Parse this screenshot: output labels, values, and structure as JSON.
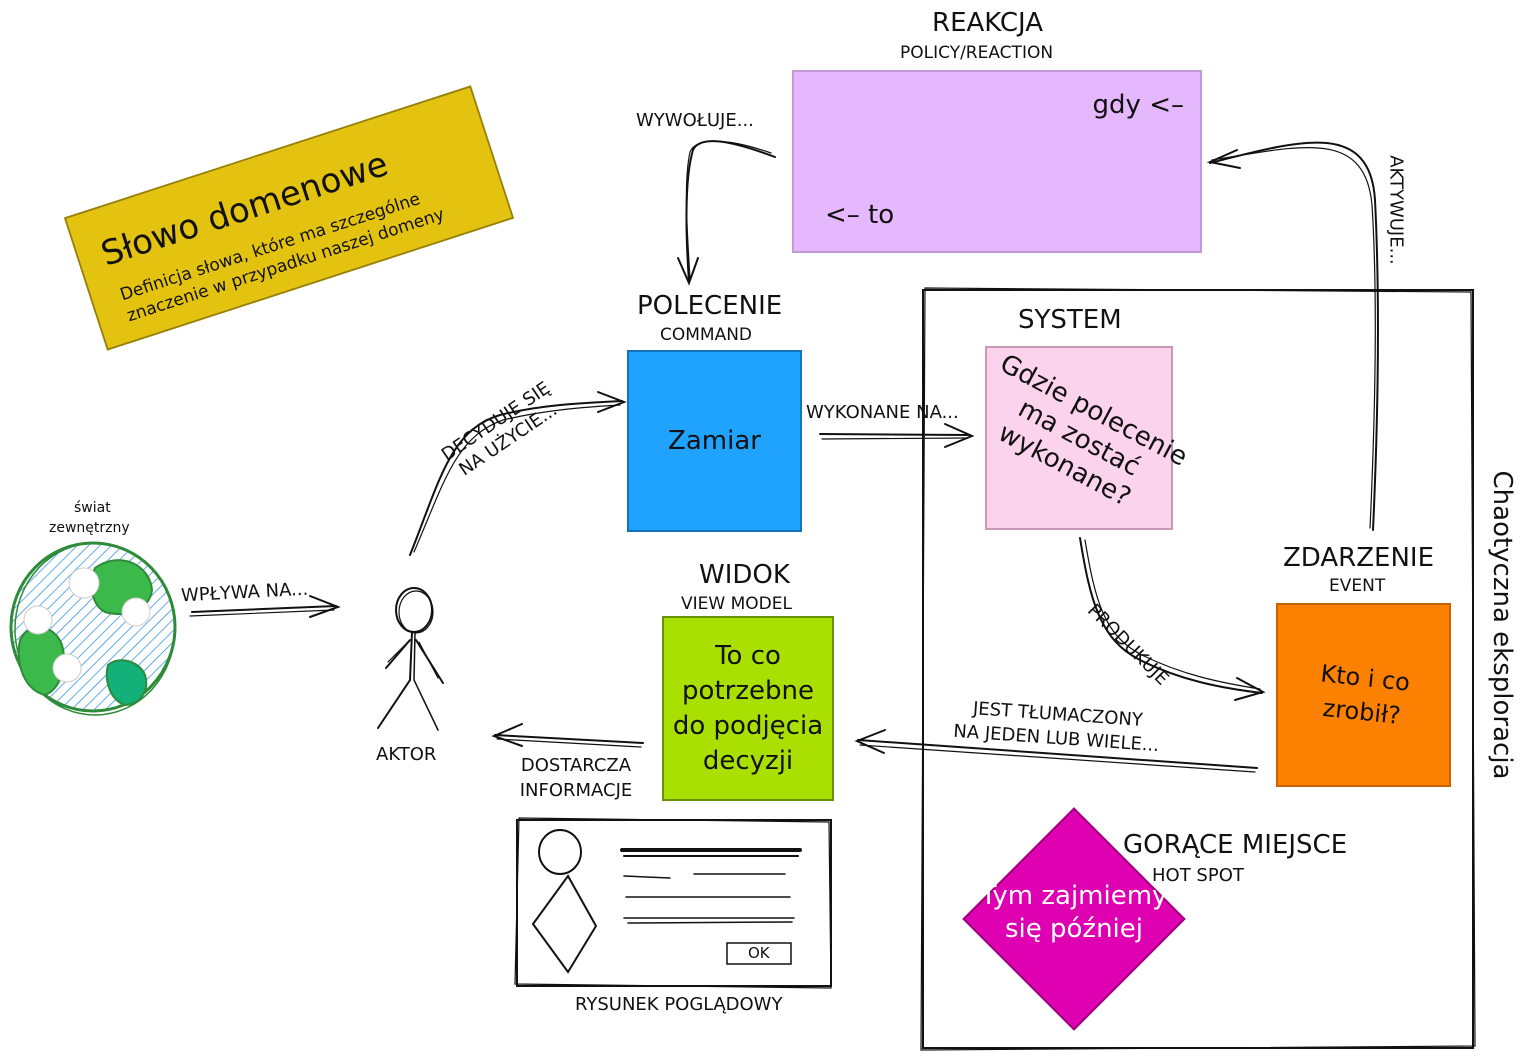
{
  "domain_word": {
    "title": "Słowo domenowe",
    "desc_line1": "Definicja słowa, które ma szczególne",
    "desc_line2": "znaczenie w przypadku naszej domeny",
    "color": "#e3c310"
  },
  "reaction": {
    "title": "REAKCJA",
    "subtitle": "POLICY/REACTION",
    "text_top": "gdy <–",
    "text_bottom": "<– to",
    "color": "#e5b8fe"
  },
  "command": {
    "title": "POLECENIE",
    "subtitle": "COMMAND",
    "text": "Zamiar",
    "color": "#20a3ff"
  },
  "system": {
    "title": "SYSTEM",
    "text_line1": "Gdzie polecenie",
    "text_line2": "ma zostać",
    "text_line3": "wykonane?",
    "color": "#fbd3ec"
  },
  "event": {
    "title": "ZDARZENIE",
    "subtitle": "EVENT",
    "text_line1": "Kto i co",
    "text_line2": "zrobił?",
    "color": "#fd8100"
  },
  "view": {
    "title": "WIDOK",
    "subtitle": "VIEW MODEL",
    "text_line1": "To co",
    "text_line2": "potrzebne",
    "text_line3": "do podjęcia",
    "text_line4": "decyzji",
    "color": "#a9e001"
  },
  "actor": {
    "label": "AKTOR",
    "color": "#f9f322"
  },
  "hotspot": {
    "title": "GORĄCE MIEJSCE",
    "subtitle": "HOT SPOT",
    "text_line1": "Tym zajmiemy",
    "text_line2": "się później",
    "color": "#df00b1"
  },
  "world": {
    "label_line1": "świat",
    "label_line2": "zewnętrzny"
  },
  "chaos": {
    "label": "Chaotyczna eksploracja"
  },
  "mockup": {
    "button": "OK",
    "caption": "RYSUNEK POGLĄDOWY"
  },
  "arrows": {
    "invokes": "WYWOŁUJE...",
    "activates": "AKTYWUJE...",
    "executed_on": "WYKONANE NA...",
    "decides_line1": "DECYDUJE SIĘ",
    "decides_line2": "NA UŻYCIE...",
    "influences": "WPŁYWA NA...",
    "produces": "PRODUKUJE",
    "translated_line1": "JEST TŁUMACZONY",
    "translated_line2": "NA JEDEN LUB WIELE...",
    "provides_line1": "DOSTARCZA",
    "provides_line2": "INFORMACJE"
  }
}
